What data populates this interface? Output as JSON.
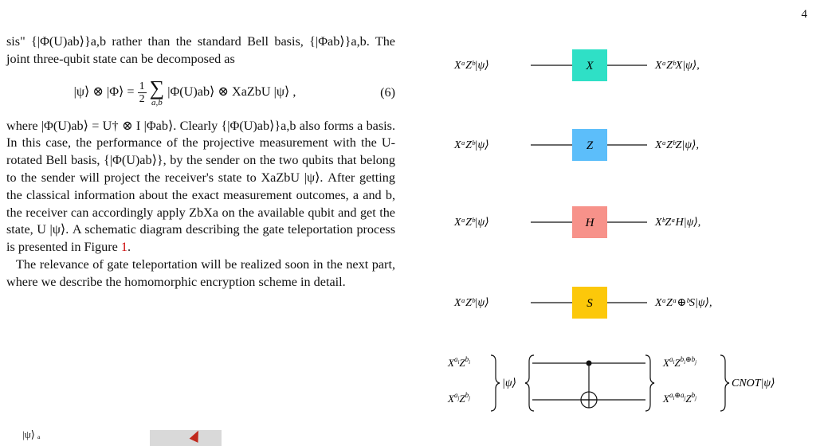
{
  "page_number": "4",
  "text": {
    "para1": "sis\" {|Φ(U)ab⟩}a,b rather than the standard Bell basis, {|Φab⟩}a,b. The joint three-qubit state can be decomposed as",
    "eq_lhs": "|ψ⟩ ⊗ |Φ⟩ =",
    "eq_frac_num": "1",
    "eq_frac_den": "2",
    "eq_sum_sub": "a,b",
    "eq_rhs": "|Φ(U)ab⟩ ⊗ XaZbU |ψ⟩ ,",
    "eq_number": "(6)",
    "para2_pre": "where |Φ(U)ab⟩ = U† ⊗ I |Φab⟩. Clearly {|Φ(U)ab⟩}a,b also forms a basis. In this case, the performance of the projective measurement with the U-rotated Bell basis, {|Φ(U)ab⟩}, by the sender on the two qubits that belong to the sender will project the receiver's state to XaZbU |ψ⟩. After getting the classical information about the exact measurement outcomes, a and b, the receiver can accordingly apply ZbXa on the available qubit and get the state, U |ψ⟩. A schematic diagram describing the gate teleportation process is presented in Figure",
    "para2_ref": "1",
    "para2_end": ".",
    "para3": "The relevance of gate teleportation will be realized soon in the next part, where we describe the homomorphic encryption scheme in detail.",
    "fig_stub_label": "|ψ⟩ ₐ"
  },
  "gates": [
    {
      "input": "XᵃZᵇ|ψ⟩",
      "gate": "X",
      "color": "#2fe0c6",
      "output": "XᵃZᵇX|ψ⟩,"
    },
    {
      "input": "XᵃZᵇ|ψ⟩",
      "gate": "Z",
      "color": "#5cbefa",
      "output": "XᵃZᵇZ|ψ⟩,"
    },
    {
      "input": "XᵃZᵇ|ψ⟩",
      "gate": "H",
      "color": "#f7928a",
      "output": "XᵇZᵃH|ψ⟩,"
    },
    {
      "input": "XᵃZᵇ|ψ⟩",
      "gate": "S",
      "color": "#fcc80a",
      "output": "XᵃZᵃ⊕ᵇS|ψ⟩,"
    }
  ],
  "cnot": {
    "input_top": "X^{a_i}Z^{b_i}",
    "input_bottom": "X^{a_j}Z^{b_j}",
    "psi": "|ψ⟩",
    "output_top": "X^{a_i}Z^{b_i⊕b_j}",
    "output_bottom": "X^{a_i⊕a_j}Z^{b_j}",
    "result": "CNOT|ψ⟩"
  }
}
